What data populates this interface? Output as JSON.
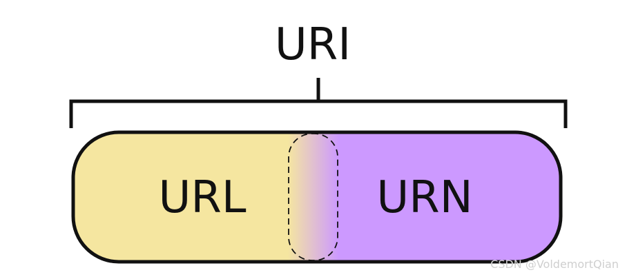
{
  "labels": {
    "top": "URI",
    "left": "URL",
    "right": "URN"
  },
  "watermark": "CSDN @VoldemortQian",
  "colors": {
    "url_fill": "#F5E6A0",
    "urn_fill": "#CC99FF",
    "outline": "#111111",
    "watermark": "#CFCFCF"
  }
}
